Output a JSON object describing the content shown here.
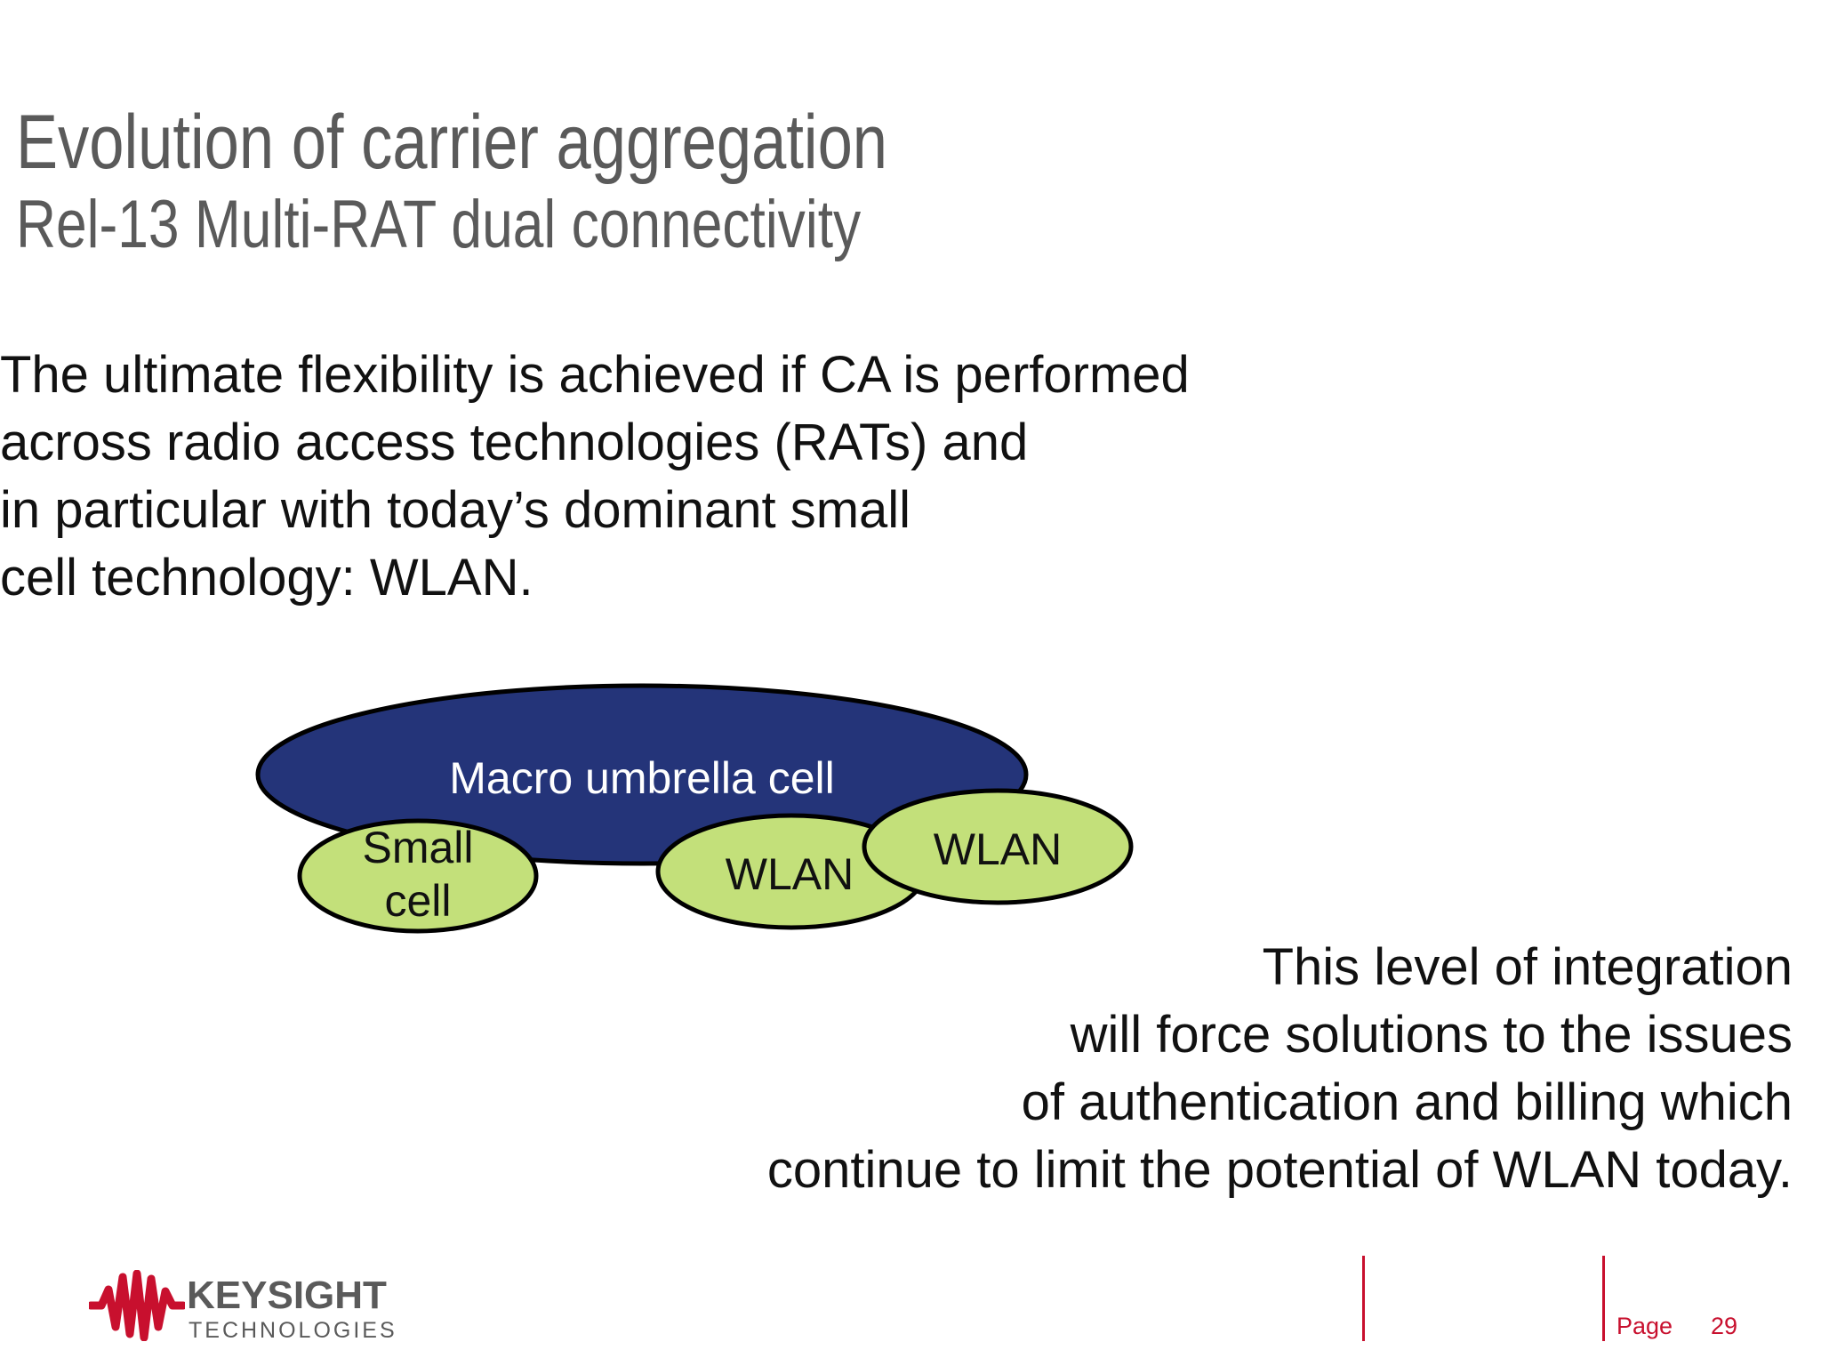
{
  "slide": {
    "title": "Evolution of carrier aggregation",
    "subtitle": "Rel-13 Multi-RAT dual connectivity"
  },
  "intro": {
    "lines": [
      "The ultimate flexibility is achieved if CA is performed",
      "across radio access technologies (RATs) and",
      "in particular with today’s dominant small",
      "cell technology: WLAN."
    ]
  },
  "diagram": {
    "macro_label": "Macro umbrella cell",
    "small_cell_line1": "Small",
    "small_cell_line2": "cell",
    "wlan_a_label": "WLAN",
    "wlan_b_label": "WLAN",
    "colors": {
      "macro_fill": "#243479",
      "cell_fill": "#c3e07a",
      "outline": "#000000"
    }
  },
  "outro": {
    "lines": [
      "This level of integration",
      "will force solutions to the issues",
      "of authentication and billing which",
      "continue to limit the potential of WLAN today."
    ]
  },
  "footer": {
    "brand_name": "KEYSIGHT",
    "brand_tagline": "TECHNOLOGIES",
    "page_label": "Page",
    "page_number": "29",
    "accent_color": "#c8102e"
  }
}
